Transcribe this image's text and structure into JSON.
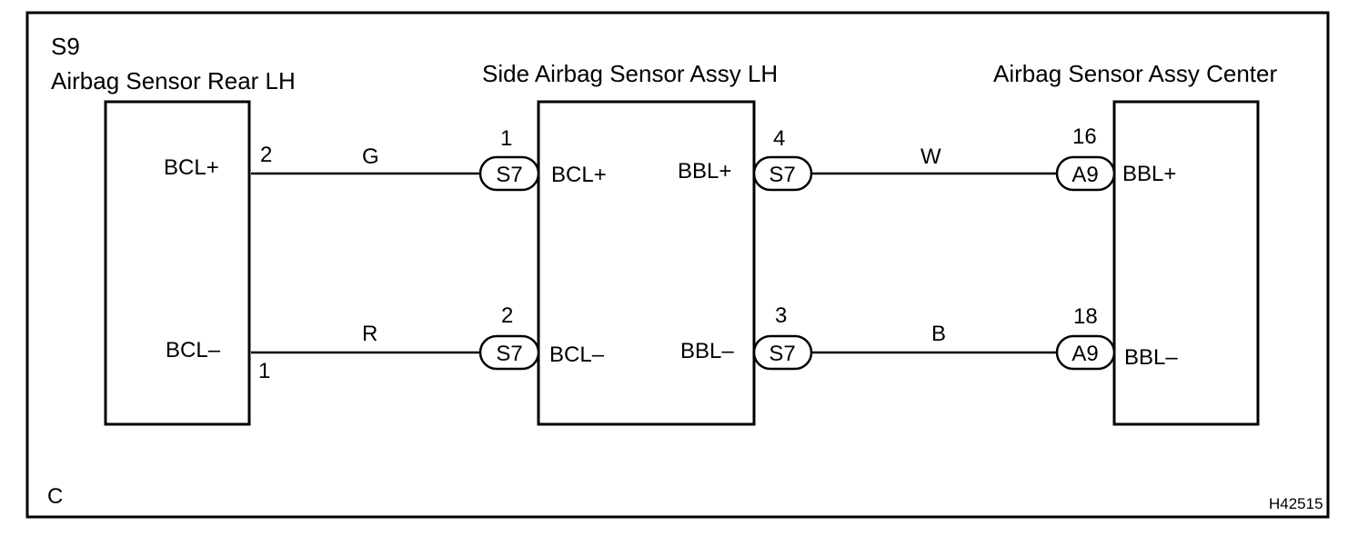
{
  "diagram": {
    "left_component": {
      "code": "S9",
      "name": "Airbag Sensor Rear LH",
      "pins": {
        "top": "BCL+",
        "bottom": "BCL–"
      }
    },
    "middle_component": {
      "name": "Side Airbag Sensor Assy LH",
      "left_pins": {
        "top": "BCL+",
        "bottom": "BCL–"
      },
      "right_pins": {
        "top": "BBL+",
        "bottom": "BBL–"
      }
    },
    "right_component": {
      "name": "Airbag Sensor Assy Center",
      "pins": {
        "top": "BBL+",
        "bottom": "BBL–"
      }
    },
    "wires": [
      {
        "id": "w1",
        "from_pin_no": "2",
        "to_pin_no": "1",
        "color": "G",
        "connector": "S7"
      },
      {
        "id": "w2",
        "from_pin_no": "1",
        "to_pin_no": "2",
        "color": "R",
        "connector": "S7"
      },
      {
        "id": "w3",
        "from_pin_no": "4",
        "to_pin_no": "16",
        "color": "W",
        "from_connector": "S7",
        "to_connector": "A9"
      },
      {
        "id": "w4",
        "from_pin_no": "3",
        "to_pin_no": "18",
        "color": "B",
        "from_connector": "S7",
        "to_connector": "A9"
      }
    ],
    "corner_label": "C",
    "figure_code": "H42515"
  }
}
